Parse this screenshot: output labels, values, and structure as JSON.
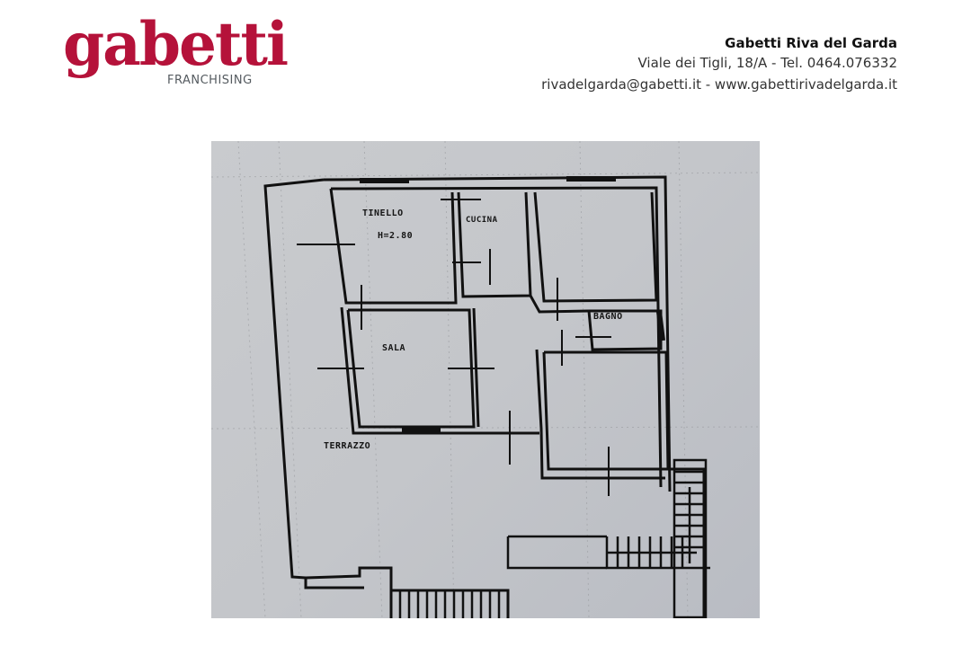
{
  "header": {
    "logo": {
      "wordmark": "gabetti",
      "subtitle": "FRANCHISING",
      "brand_color": "#b5123a"
    },
    "agency": {
      "name": "Gabetti Riva del Garda",
      "address_line": "Viale dei Tigli, 18/A - Tel. 0464.076332",
      "contact_line": "rivadelgarda@gabetti.it - www.gabettirivadelgarda.it"
    }
  },
  "floorplan": {
    "rooms": {
      "tinello": "TINELLO",
      "height_note": "H=2.80",
      "cucina": "CUCINA",
      "bagno": "BAGNO",
      "sala": "SALA",
      "terrazzo": "TERRAZZO"
    }
  }
}
